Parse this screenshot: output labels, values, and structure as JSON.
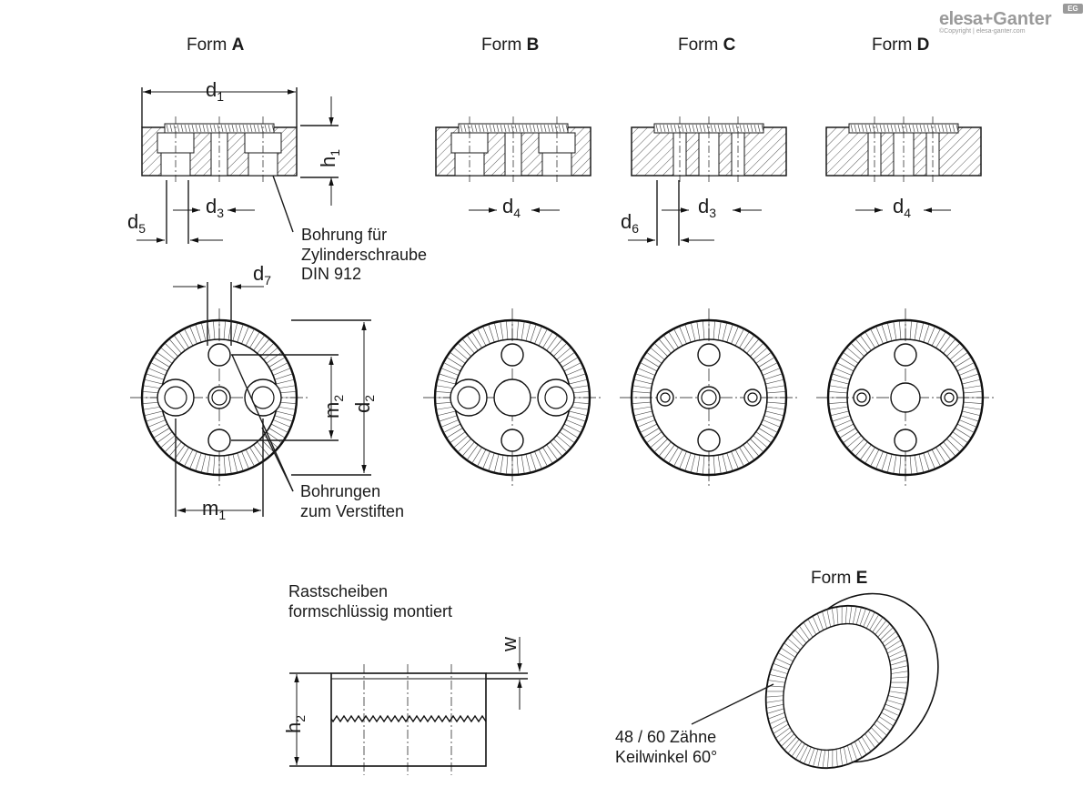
{
  "forms": {
    "a": {
      "prefix": "Form",
      "letter": "A"
    },
    "b": {
      "prefix": "Form",
      "letter": "B"
    },
    "c": {
      "prefix": "Form",
      "letter": "C"
    },
    "d": {
      "prefix": "Form",
      "letter": "D"
    },
    "e": {
      "prefix": "Form",
      "letter": "E"
    }
  },
  "dims": {
    "d1": {
      "base": "d",
      "sub": "1"
    },
    "h1": {
      "base": "h",
      "sub": "1"
    },
    "d3a": {
      "base": "d",
      "sub": "3"
    },
    "d5": {
      "base": "d",
      "sub": "5"
    },
    "d4b": {
      "base": "d",
      "sub": "4"
    },
    "d3c": {
      "base": "d",
      "sub": "3"
    },
    "d6": {
      "base": "d",
      "sub": "6"
    },
    "d4d": {
      "base": "d",
      "sub": "4"
    },
    "d7": {
      "base": "d",
      "sub": "7"
    },
    "m2": {
      "base": "m",
      "sub": "2"
    },
    "d2": {
      "base": "d",
      "sub": "2"
    },
    "m1": {
      "base": "m",
      "sub": "1"
    },
    "h2": {
      "base": "h",
      "sub": "2"
    },
    "w": {
      "base": "w",
      "sub": ""
    }
  },
  "notes": {
    "bohrung": {
      "line1": "Bohrung für",
      "line2": "Zylinderschraube",
      "line3": "DIN 912"
    },
    "bohrungen": {
      "line1": "Bohrungen",
      "line2": "zum Verstiften"
    },
    "rastscheiben": {
      "line1": "Rastscheiben",
      "line2": "formschlüssig montiert"
    },
    "zaehne": {
      "line1": "48 / 60 Zähne",
      "line2": "Keilwinkel 60°"
    }
  },
  "logo": {
    "brand": "elesa",
    "plus": "+",
    "brand2": "Ganter",
    "copyright": "©Copyright | elesa-ganter.com",
    "badge": "EG"
  }
}
